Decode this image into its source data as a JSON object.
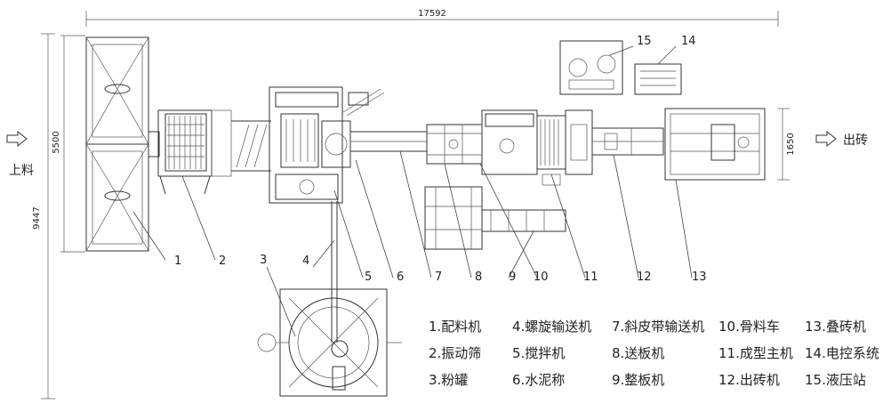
{
  "dimensions": {
    "total_length": "17592",
    "total_width": "9447",
    "feed_width": "5500",
    "exit_width": "1650"
  },
  "flow": {
    "input_label": "上料",
    "output_label": "出砖"
  },
  "callout_numbers": [
    "1",
    "2",
    "3",
    "4",
    "5",
    "6",
    "7",
    "8",
    "9",
    "10",
    "11",
    "12",
    "13",
    "14",
    "15"
  ],
  "legend": [
    [
      "1.配料机",
      "4.螺旋输送机",
      "7.斜皮带输送机",
      "10.骨料车",
      "13.叠砖机"
    ],
    [
      "2.振动筛",
      "5.搅拌机",
      "8.送板机",
      "11.成型主机",
      "14.电控系统"
    ],
    [
      "3.粉罐",
      "6.水泥称",
      "9.整板机",
      "12.出砖机",
      "15.液压站"
    ]
  ],
  "colors": {
    "line": "#333333",
    "background": "#ffffff"
  }
}
